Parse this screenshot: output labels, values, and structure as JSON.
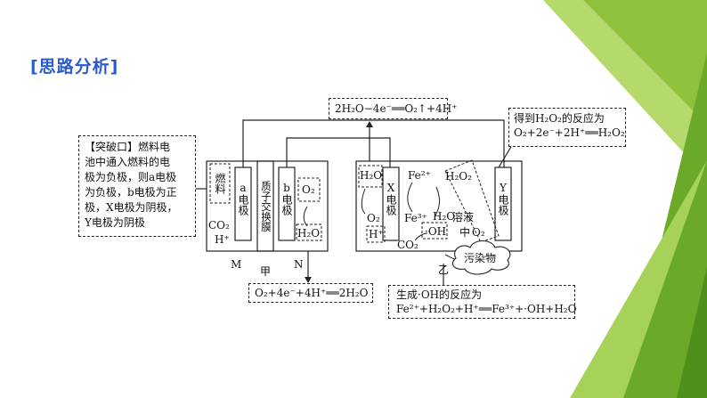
{
  "heading": "[思路分析]",
  "formulas": {
    "top": "2H₂O−4e⁻══O₂↑+4H⁺",
    "bottom_left": "O₂+4e⁻+4H⁺══2H₂O",
    "right_top_line1": "得到H₂O₂的反应为",
    "right_top_line2": "O₂+2e⁻+2H⁺══H₂O₂",
    "right_bottom_line1": "生成·OH的反应为",
    "right_bottom_line2": "Fe²⁺+H₂O₂+H⁺══Fe³⁺+·OH+H₂O"
  },
  "breakthrough": {
    "lines": [
      "【突破口】燃料电",
      "池中通入燃料的电",
      "极为负极，则a电极",
      "为负极，b电极为正",
      "极，X电极为阴极，",
      "Y电极为阴极"
    ]
  },
  "cell_jia": {
    "fuel": "燃料",
    "electrode_a": "a电极",
    "co2": "CO₂",
    "h_plus": "H⁺",
    "membrane": "质子交换膜",
    "electrode_b": "b电极",
    "o2": "O₂",
    "h2o": "H₂O",
    "label_m": "M",
    "label_n": "N",
    "label_jia": "甲"
  },
  "cell_yi": {
    "h2o": "H₂O",
    "o2": "O₂",
    "h_plus": "H⁺",
    "electrode_x": "X电极",
    "fe2": "Fe²⁺",
    "fe3": "Fe³⁺",
    "h2o_mid": "H₂O",
    "oh": "·OH",
    "co2": "CO₂",
    "h2o2": "H₂O₂",
    "solution": "溶液",
    "zhong": "中",
    "o2_mid": "O₂",
    "electrode_y": "Y电极",
    "pollutant": "污染物",
    "label_yi": "乙"
  },
  "colors": {
    "heading": "#2a5ad0",
    "green_dark": "#5a9a1a",
    "green_light": "#9ccc4a"
  }
}
